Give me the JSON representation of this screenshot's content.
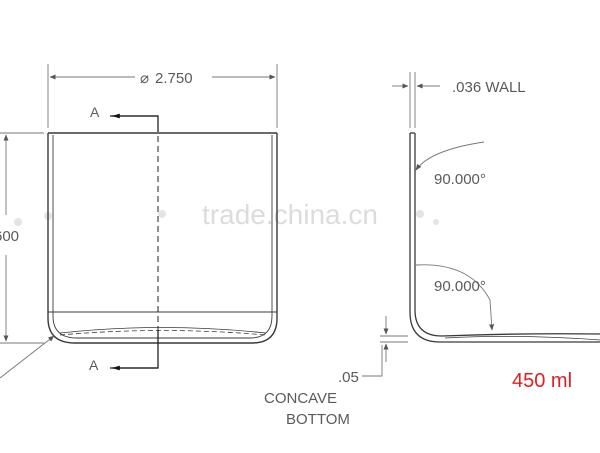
{
  "diameter": {
    "symbol": "⌀",
    "value": "2.750"
  },
  "section": {
    "top": "A",
    "bottom": "A"
  },
  "height_partial": "600",
  "wall": ".036 WALL",
  "angle_top": "90.000°",
  "angle_bottom": "90.000°",
  "concave": {
    "value": ".05",
    "line1": "CONCAVE",
    "line2": "BOTTOM"
  },
  "watermark": "trade.china.cn",
  "capacity": "450 ml",
  "colors": {
    "line": "#3a3a3a",
    "dim": "#6a6a6a",
    "capacity": "#e02020",
    "watermark": "#dcdcdc"
  }
}
